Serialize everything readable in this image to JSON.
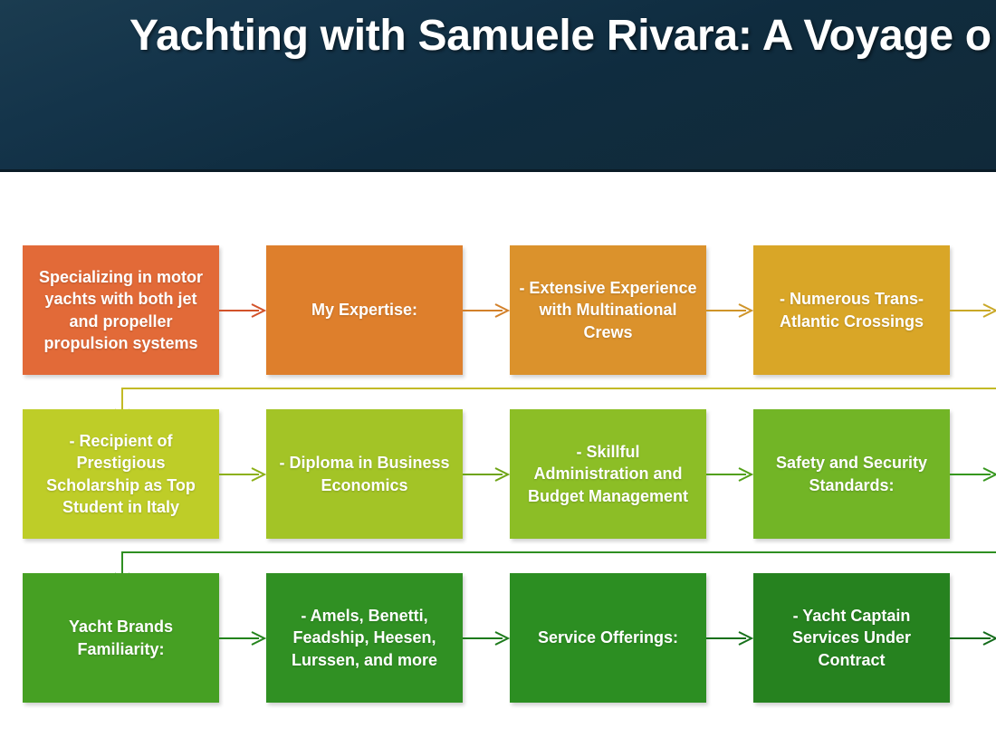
{
  "header": {
    "title": "Yachting with Samuele Rivara: A Voyage o",
    "background_top": "#1b3c50",
    "background_bottom": "#10293a"
  },
  "flowchart": {
    "rows": [
      {
        "id": "row-1",
        "nodes": [
          {
            "label": "Specializing in motor yachts with both jet and propeller propulsion systems",
            "color": "#e26a38"
          },
          {
            "label": "My Expertise:",
            "color": "#de7f2c"
          },
          {
            "label": "- Extensive Experience with Multinational Crews",
            "color": "#db922c"
          },
          {
            "label": "- Numerous Trans-Atlantic Crossings",
            "color": "#d9a627"
          }
        ],
        "arrow_color": "#d2522a",
        "wrap_arrow_color": "#c3ba26"
      },
      {
        "id": "row-2",
        "nodes": [
          {
            "label": "- Recipient of Prestigious Scholarship as Top Student in Italy",
            "color": "#becd28"
          },
          {
            "label": "- Diploma in Business Economics",
            "color": "#a3c426"
          },
          {
            "label": "- Skillful Administration and Budget Management",
            "color": "#8cbe26"
          },
          {
            "label": "Safety and Security Standards:",
            "color": "#72b526"
          }
        ],
        "arrow_color": "#7aa90f",
        "wrap_arrow_color": "#3f9a22"
      },
      {
        "id": "row-3",
        "nodes": [
          {
            "label": "Yacht Brands Familiarity:",
            "color": "#46a023"
          },
          {
            "label": "- Amels, Benetti, Feadship, Heesen, Lurssen, and more",
            "color": "#309023"
          },
          {
            "label": "Service Offerings:",
            "color": "#2c8e22"
          },
          {
            "label": "- Yacht Captain Services Under Contract",
            "color": "#26821f"
          }
        ],
        "arrow_color": "#1e7a1c",
        "wrap_arrow_color": "#1e7a1c"
      }
    ]
  }
}
